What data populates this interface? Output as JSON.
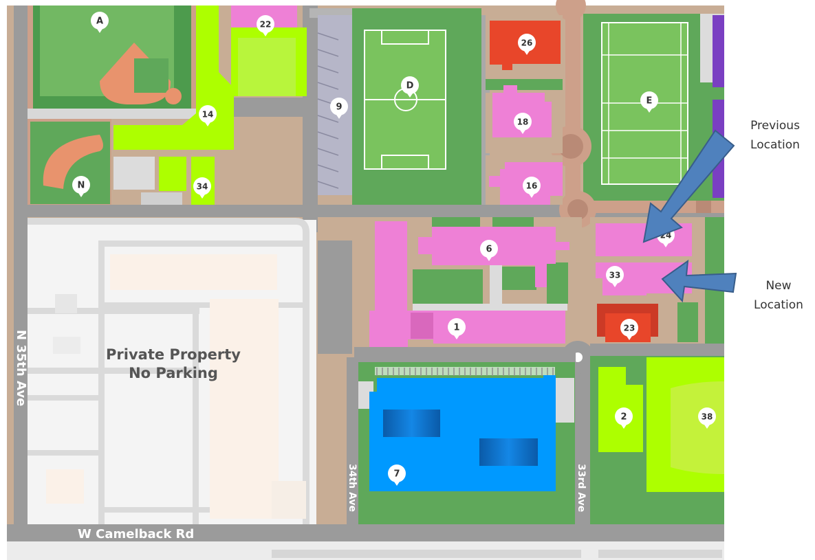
{
  "map": {
    "colors": {
      "background": "#ffffff",
      "road": "#9b9b9b",
      "ground": "#c8ad95",
      "grass": "#5fa85a",
      "field": "#7ac35e",
      "walkway": "#cda08a",
      "path": "#dcdcdc",
      "private_lot": "#f4f4f4",
      "building_pink": "#ee80d6",
      "building_red": "#e8462a",
      "building_lime": "#adff00",
      "building_blue": "#0099ff",
      "building_gray": "#b6b6c8",
      "building_purple": "#7a3fc2",
      "arrow": "#4f81bd",
      "arrow_outline": "#385d8a"
    },
    "markers": [
      {
        "label": "A",
        "category": "athletic-field"
      },
      {
        "label": "22",
        "category": "building"
      },
      {
        "label": "26",
        "category": "building"
      },
      {
        "label": "D",
        "category": "athletic-field"
      },
      {
        "label": "9",
        "category": "building"
      },
      {
        "label": "E",
        "category": "athletic-field"
      },
      {
        "label": "18",
        "category": "building"
      },
      {
        "label": "14",
        "category": "building"
      },
      {
        "label": "N",
        "category": "athletic-field"
      },
      {
        "label": "34",
        "category": "building"
      },
      {
        "label": "16",
        "category": "building"
      },
      {
        "label": "24",
        "category": "building"
      },
      {
        "label": "6",
        "category": "building"
      },
      {
        "label": "33",
        "category": "building"
      },
      {
        "label": "23",
        "category": "building"
      },
      {
        "label": "1",
        "category": "building"
      },
      {
        "label": "2",
        "category": "building"
      },
      {
        "label": "38",
        "category": "building"
      },
      {
        "label": "7",
        "category": "building"
      }
    ],
    "roads": [
      {
        "name": "N 35th Ave"
      },
      {
        "name": "W Camelback Rd"
      },
      {
        "name": "34th Ave"
      },
      {
        "name": "33rd Ave"
      }
    ],
    "areas": {
      "private_line1": "Private Property",
      "private_line2": "No Parking"
    }
  },
  "annotations": {
    "previous": {
      "line1": "Previous",
      "line2": "Location",
      "marker": "24"
    },
    "new": {
      "line1": "New",
      "line2": "Location",
      "marker": "33"
    }
  }
}
